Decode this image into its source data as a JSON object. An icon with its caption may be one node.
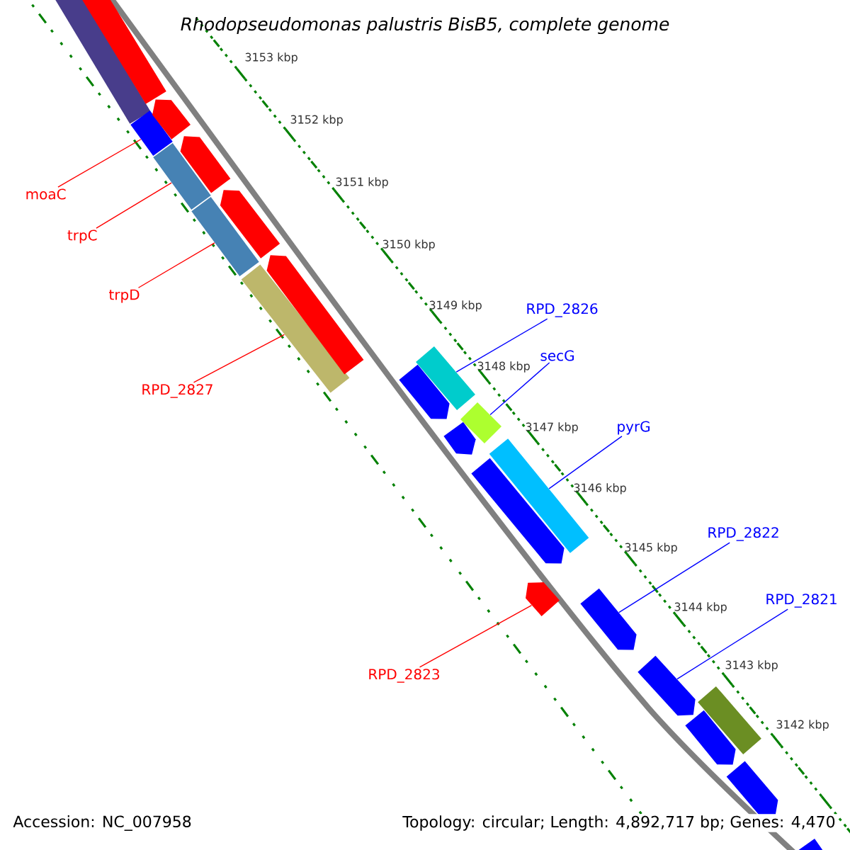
{
  "diagram": {
    "title": "Rhodopseudomonas palustris BisB5, complete genome",
    "nodes": [
      {
        "text": [
          "moaC"
        ]
      },
      {
        "text": [
          "trpC"
        ]
      },
      {
        "text": [
          "trpD"
        ]
      },
      {
        "text": [
          "RPD_2826"
        ]
      },
      {
        "text": [
          "secG"
        ]
      },
      {
        "text": [
          "RPD_2827"
        ]
      },
      {
        "text": [
          "pyrG"
        ]
      },
      {
        "text": [
          "RPD_2822"
        ]
      },
      {
        "text": [
          "RPD_2821"
        ]
      },
      {
        "text": [
          "RPD_2823"
        ]
      },
      {
        "text": [],
        "shape": "bar"
      },
      {
        "text": [],
        "shape": "bar"
      },
      {
        "text": [],
        "shape": "bar"
      },
      {
        "text": [],
        "shape": "bar"
      },
      {
        "text": [],
        "shape": "bar"
      },
      {
        "text": [],
        "shape": "arrow"
      },
      {
        "text": [],
        "shape": "arrow"
      },
      {
        "text": [],
        "shape": "arrow"
      },
      {
        "text": [],
        "shape": "arrow"
      },
      {
        "text": [],
        "shape": "arrow"
      },
      {
        "text": [],
        "shape": "arrow"
      },
      {
        "text": [],
        "shape": "arrow"
      },
      {
        "text": [],
        "shape": "arrow"
      },
      {
        "text": [],
        "shape": "arrow"
      },
      {
        "text": [],
        "shape": "arrow"
      },
      {
        "text": [],
        "shape": "arrow"
      },
      {
        "text": [],
        "shape": "arrow"
      },
      {
        "text": [],
        "shape": "arrow"
      },
      {
        "text": [],
        "shape": "arrow"
      },
      {
        "text": [],
        "shape": "bar"
      },
      {
        "text": [],
        "shape": "bar"
      },
      {
        "text": [],
        "shape": "bar"
      },
      {
        "text": [],
        "shape": "bar"
      }
    ],
    "edges": [
      {
        "from": 0,
        "to": 11,
        "arrow": "none",
        "color": "#ff0000"
      },
      {
        "from": 1,
        "to": 12,
        "arrow": "none",
        "color": "#ff0000"
      },
      {
        "from": 2,
        "to": 13,
        "arrow": "none",
        "color": "#ff0000"
      },
      {
        "from": 3,
        "to": 29,
        "arrow": "none",
        "color": "#0000ff"
      },
      {
        "from": 4,
        "to": 30,
        "arrow": "none",
        "color": "#0000ff"
      },
      {
        "from": 5,
        "to": 14,
        "arrow": "none",
        "color": "#ff0000"
      },
      {
        "from": 6,
        "to": 31,
        "arrow": "none",
        "color": "#0000ff"
      },
      {
        "from": 7,
        "to": 24,
        "arrow": "none",
        "color": "#0000ff"
      },
      {
        "from": 8,
        "to": 25,
        "arrow": "none",
        "color": "#0000ff"
      },
      {
        "from": 9,
        "to": 20,
        "arrow": "none",
        "color": "#ff0000"
      }
    ],
    "labels": [
      "3153 kbp",
      "3152 kbp",
      "3151 kbp",
      "3150 kbp",
      "3149 kbp",
      "3148 kbp",
      "3147 kbp",
      "3146 kbp",
      "3145 kbp",
      "3144 kbp",
      "3143 kbp",
      "3142 kbp",
      "Accession: NC_007958",
      "Topology: circular; Length: 4,892,717 bp; Genes: 4,470"
    ]
  }
}
